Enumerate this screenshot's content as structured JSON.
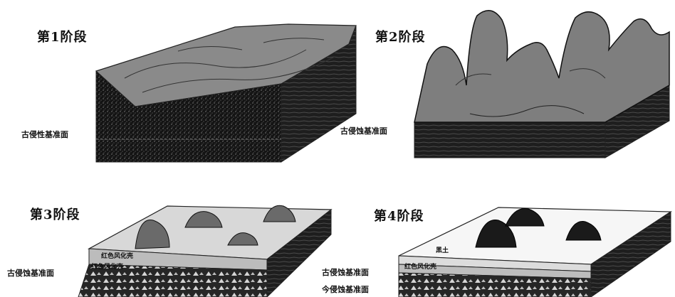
{
  "stages": [
    {
      "title": "第1阶段",
      "labels": {
        "base": "古侵性基准面"
      }
    },
    {
      "title": "第2阶段",
      "labels": {
        "base": "古侵蚀基准面"
      }
    },
    {
      "title": "第3阶段",
      "labels": {
        "soil_top": "红色风化壳",
        "soil_mid": "红色风化壳",
        "base": "古侵蚀基准面"
      }
    },
    {
      "title": "第4阶段",
      "labels": {
        "topsoil": "黑土",
        "weathering": "红色风化壳",
        "old_base": "古侵蚀基准面",
        "new_base": "今侵蚀基准面"
      }
    }
  ],
  "colors": {
    "ink": "#111111",
    "rock_dark": "#1b1b1b",
    "rock_mid": "#5a5a5a",
    "surface_grey": "#8a8a8a",
    "hill_light": "#9a9a9a",
    "plain_light": "#d8d8d8",
    "plain_white": "#f6f6f6"
  }
}
